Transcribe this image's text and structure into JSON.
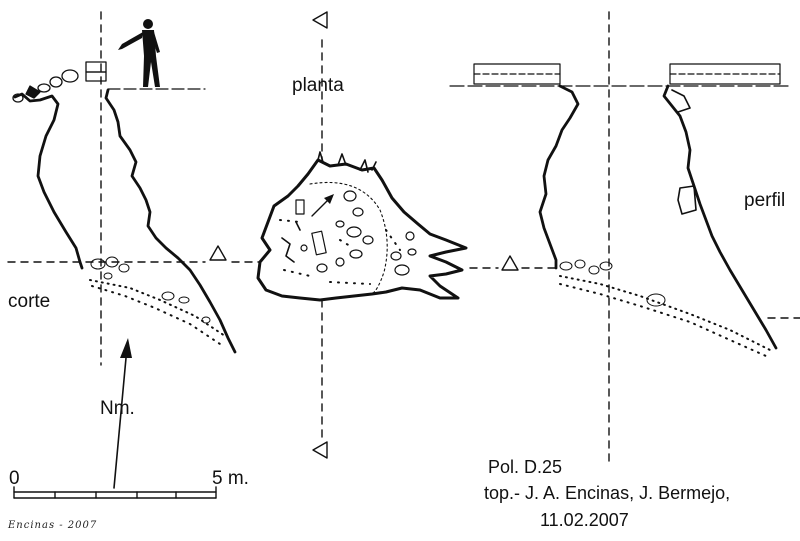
{
  "labels": {
    "planta": "planta",
    "corte": "corte",
    "perfil": "perfil",
    "north": "Nm."
  },
  "scale_bar": {
    "start": "0",
    "end": "5 m."
  },
  "info": {
    "id": "Pol. D.25",
    "authors": "top.- J. A. Encinas, J. Bermejo,",
    "date": "11.02.2007"
  },
  "signature": "Encinas - 2007",
  "colors": {
    "ink": "#111111",
    "paper": "#ffffff"
  }
}
